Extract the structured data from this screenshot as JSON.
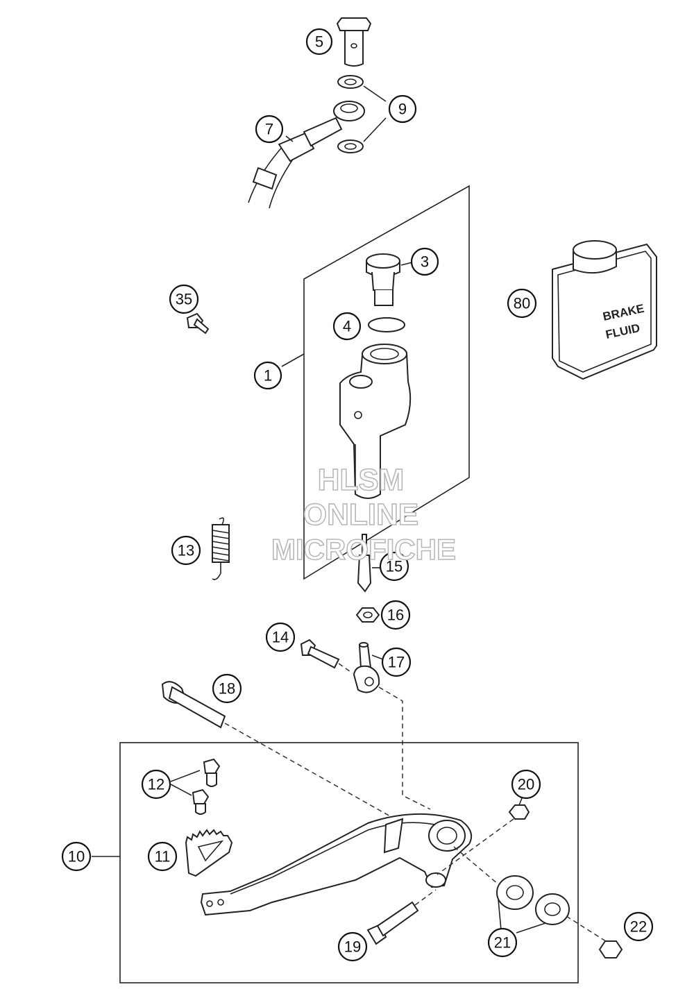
{
  "diagram": {
    "callouts": [
      {
        "id": "c1",
        "label": "1"
      },
      {
        "id": "c3",
        "label": "3"
      },
      {
        "id": "c4",
        "label": "4"
      },
      {
        "id": "c5",
        "label": "5"
      },
      {
        "id": "c7",
        "label": "7"
      },
      {
        "id": "c9",
        "label": "9"
      },
      {
        "id": "c10",
        "label": "10"
      },
      {
        "id": "c11",
        "label": "11"
      },
      {
        "id": "c12",
        "label": "12"
      },
      {
        "id": "c13",
        "label": "13"
      },
      {
        "id": "c14",
        "label": "14"
      },
      {
        "id": "c15",
        "label": "15"
      },
      {
        "id": "c16",
        "label": "16"
      },
      {
        "id": "c17",
        "label": "17"
      },
      {
        "id": "c18",
        "label": "18"
      },
      {
        "id": "c19",
        "label": "19"
      },
      {
        "id": "c20",
        "label": "20"
      },
      {
        "id": "c21",
        "label": "21"
      },
      {
        "id": "c22",
        "label": "22"
      },
      {
        "id": "c35",
        "label": "35"
      },
      {
        "id": "c80",
        "label": "80"
      }
    ],
    "bottle_label": {
      "line1": "BRAKE",
      "line2": "FLUID"
    },
    "watermark": {
      "line1": "HLSM",
      "line2": "ONLINE",
      "line3": "MICROFICHE"
    }
  }
}
